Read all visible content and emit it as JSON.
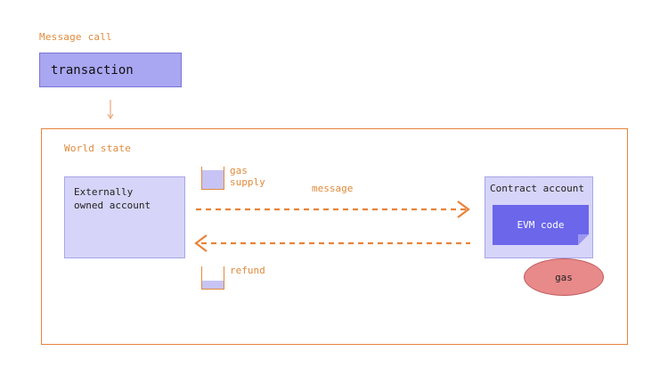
{
  "header": {
    "message_call_label": "Message call",
    "transaction_label": "transaction"
  },
  "world_state": {
    "label": "World state",
    "eoa_label": "Externally\nowned account",
    "contract_label": "Contract account",
    "evm_label": "EVM code",
    "gas_label": "gas",
    "gas_supply_label": "gas\nsupply",
    "gas_supply_level": 0.85,
    "refund_label": "refund",
    "refund_level": 0.35,
    "message_label": "message"
  },
  "colors": {
    "accent_orange": "#e8833a",
    "account_fill": "#d6d4f8",
    "evm_fill": "#6b66ea",
    "transaction_fill": "#a9a6f2",
    "gas_fill": "#e8898a"
  }
}
